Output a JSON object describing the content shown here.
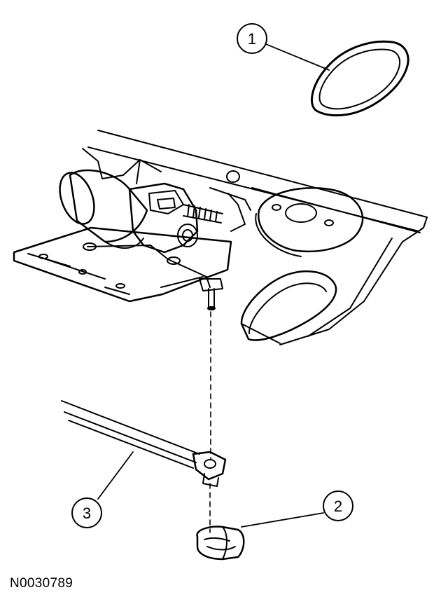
{
  "diagram": {
    "figure_id": "N0030789",
    "callouts": [
      {
        "number": "1"
      },
      {
        "number": "2"
      },
      {
        "number": "3"
      }
    ]
  }
}
